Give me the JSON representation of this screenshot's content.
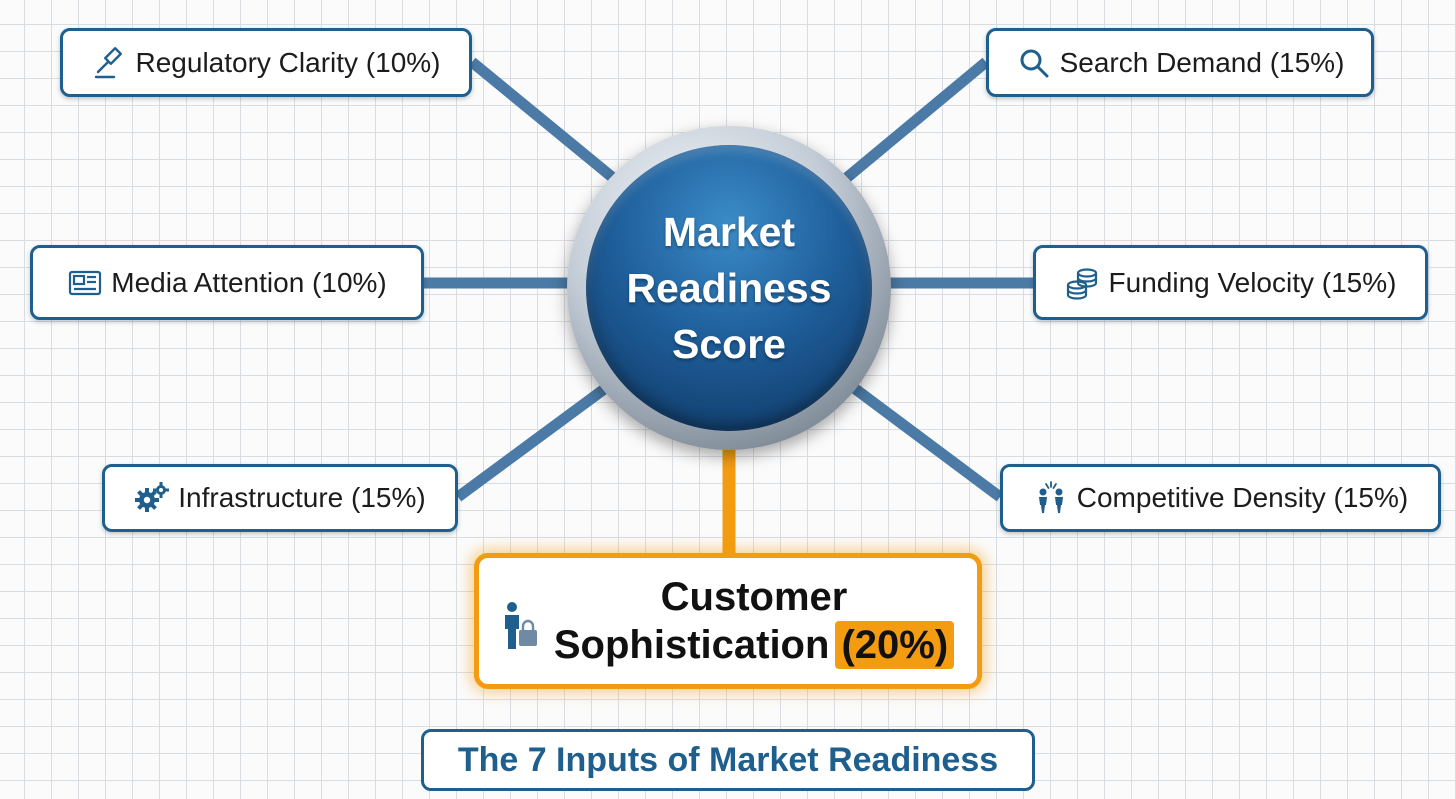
{
  "center": {
    "title_line1": "Market",
    "title_line2": "Readiness",
    "title_line3": "Score"
  },
  "inputs": [
    {
      "label": "Regulatory Clarity (10%)",
      "icon": "gavel-icon"
    },
    {
      "label": "Search Demand (15%)",
      "icon": "magnifier-icon"
    },
    {
      "label": "Media Attention (10%)",
      "icon": "newspaper-icon"
    },
    {
      "label": "Funding Velocity (15%)",
      "icon": "coin-stack-icon"
    },
    {
      "label": "Infrastructure (15%)",
      "icon": "gears-icon"
    },
    {
      "label": "Competitive Density (15%)",
      "icon": "competitors-icon"
    }
  ],
  "highlight": {
    "line1": "Customer",
    "line2": "Sophistication",
    "percent": "(20%)",
    "icon": "shopper-icon"
  },
  "footer": {
    "title": "The 7 Inputs of Market Readiness"
  },
  "colors": {
    "primary": "#1f5f8d",
    "connector": "#4a7aa5",
    "highlight": "#f39c12",
    "grid": "#d9dde2"
  }
}
